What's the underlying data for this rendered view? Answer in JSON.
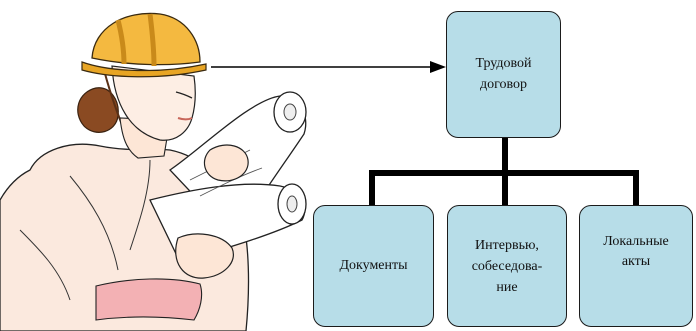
{
  "diagram": {
    "root": {
      "label": "Трудовой договор",
      "lines": [
        "Трудовой",
        "договор"
      ]
    },
    "children": [
      {
        "id": "docs",
        "lines": [
          "Документы"
        ]
      },
      {
        "id": "interview",
        "lines": [
          "Интервью,",
          "собеседова-",
          "ние"
        ]
      },
      {
        "id": "acts",
        "lines": [
          "Локальные",
          "акты"
        ]
      }
    ],
    "colors": {
      "box_fill": "#b7dde8",
      "box_border": "#1b1b1b",
      "connector": "#000000",
      "arrow": "#000000"
    },
    "illustration": {
      "icon": "construction-worker-with-blueprints-icon"
    }
  }
}
